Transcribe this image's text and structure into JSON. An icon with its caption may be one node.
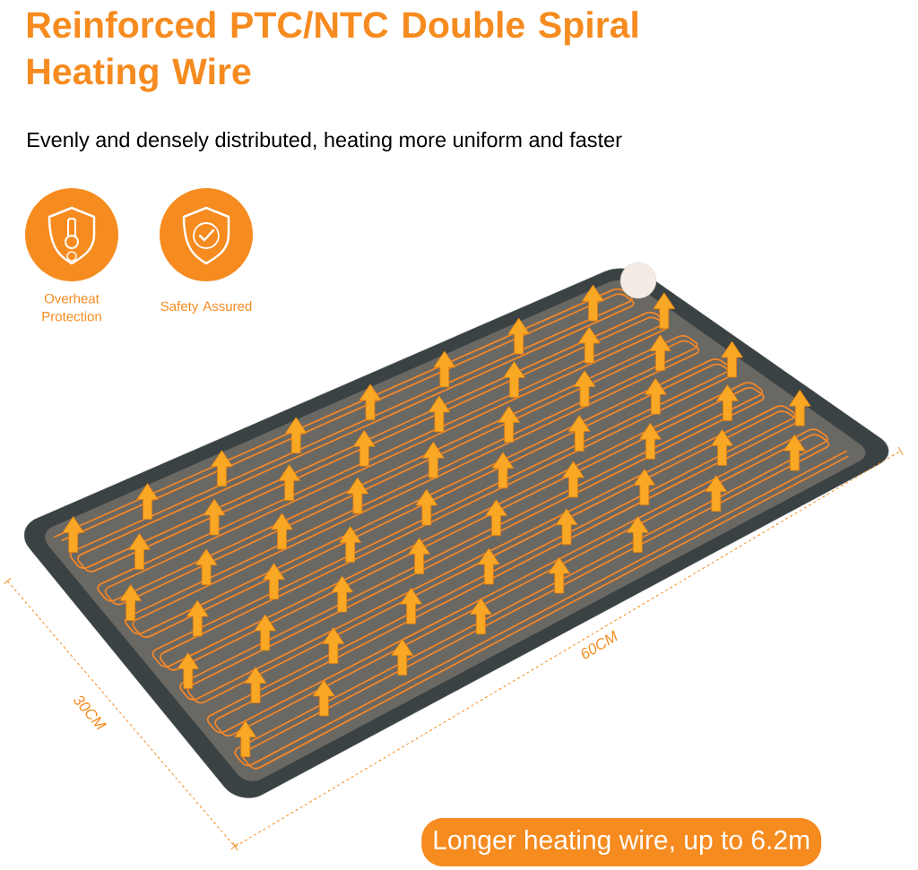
{
  "diagram": {
    "title": "Reinforced PTC/NTC Double Spiral Heating Wire",
    "nodes": [
      {
        "text": [
          "Longer heating wire, up to 6.2m"
        ]
      }
    ],
    "labels": [
      "Evenly and densely distributed, heating more uniform and faster",
      "Overheat Protection",
      "Safety Assured",
      "60CM",
      "30CM"
    ]
  }
}
